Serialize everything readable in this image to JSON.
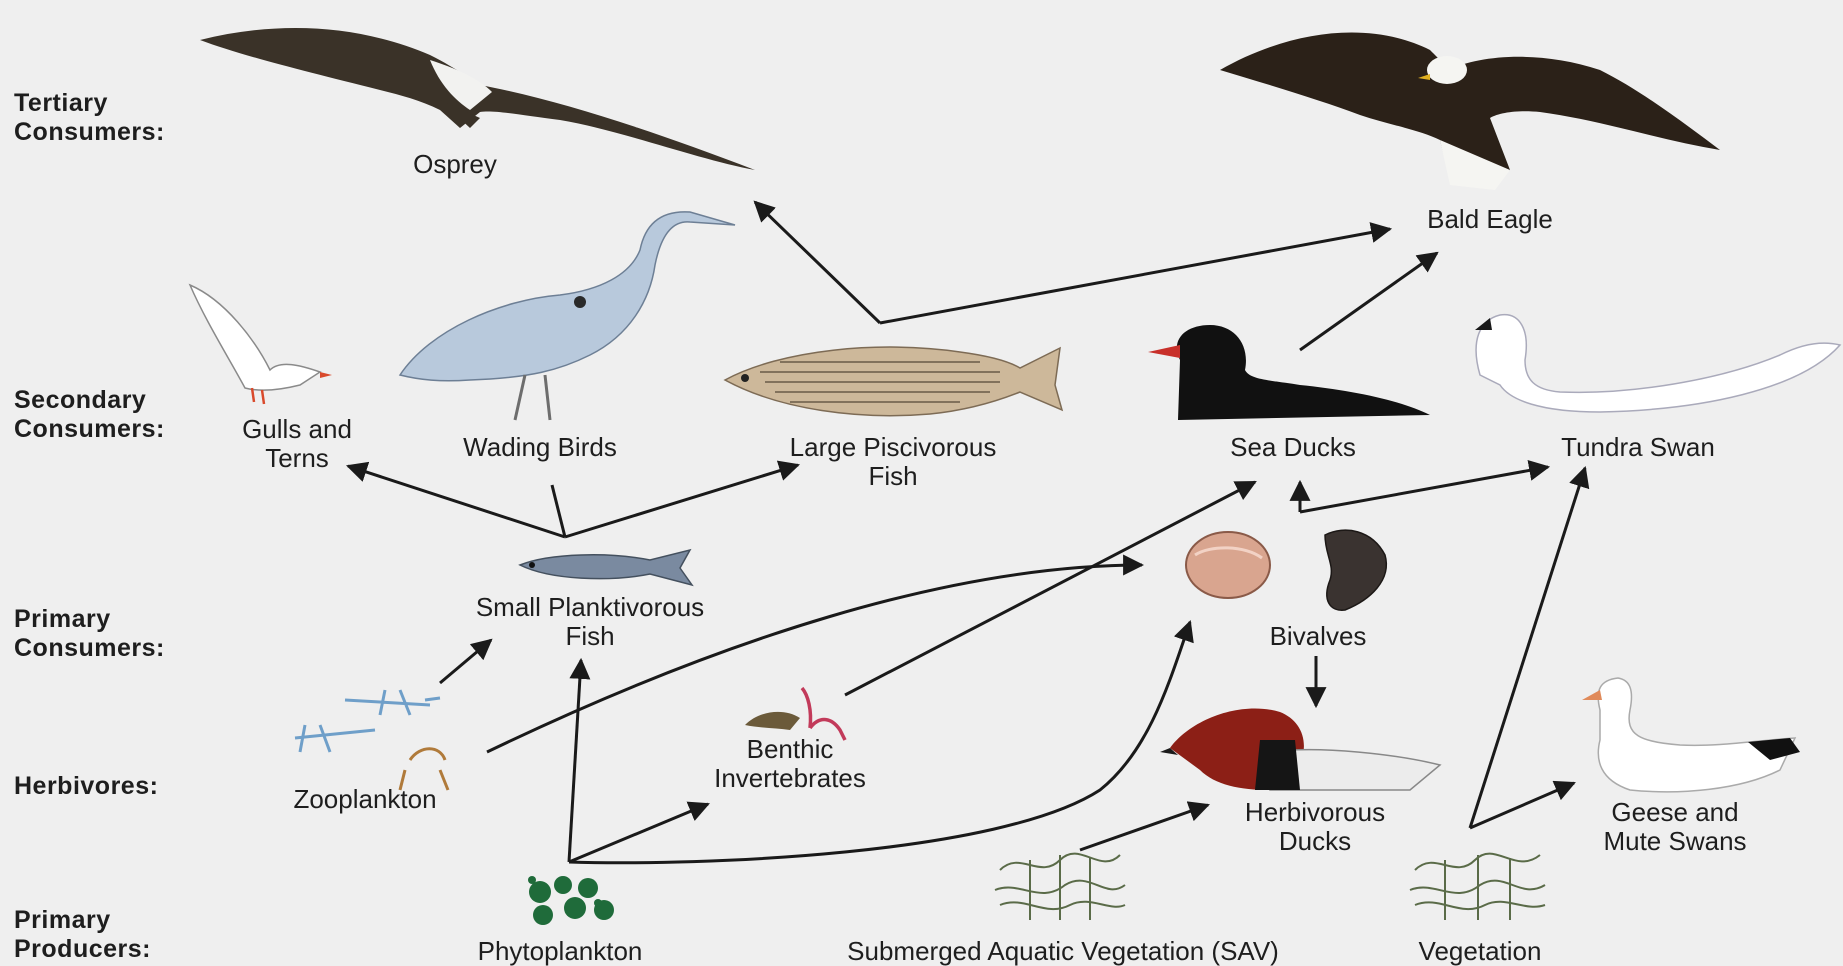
{
  "levels": {
    "tertiary": "Tertiary\nConsumers:",
    "secondary": "Secondary\nConsumers:",
    "primary": "Primary\nConsumers:",
    "herbivores": "Herbivores:",
    "producers": "Primary\nProducers:"
  },
  "organisms": {
    "osprey": "Osprey",
    "bald_eagle": "Bald Eagle",
    "gulls_terns": "Gulls and\nTerns",
    "wading_birds": "Wading Birds",
    "large_fish": "Large Piscivorous\nFish",
    "sea_ducks": "Sea Ducks",
    "tundra_swan": "Tundra Swan",
    "small_fish": "Small Planktivorous\nFish",
    "bivalves": "Bivalves",
    "zooplankton": "Zooplankton",
    "benthic": "Benthic\nInvertebrates",
    "herb_ducks": "Herbivorous\nDucks",
    "geese": "Geese and\nMute Swans",
    "phytoplankton": "Phytoplankton",
    "sav": "Submerged Aquatic Vegetation (SAV)",
    "vegetation": "Vegetation"
  },
  "colors": {
    "background": "#efefef",
    "text": "#1e1e1e",
    "arrow": "#1a1a1a"
  }
}
